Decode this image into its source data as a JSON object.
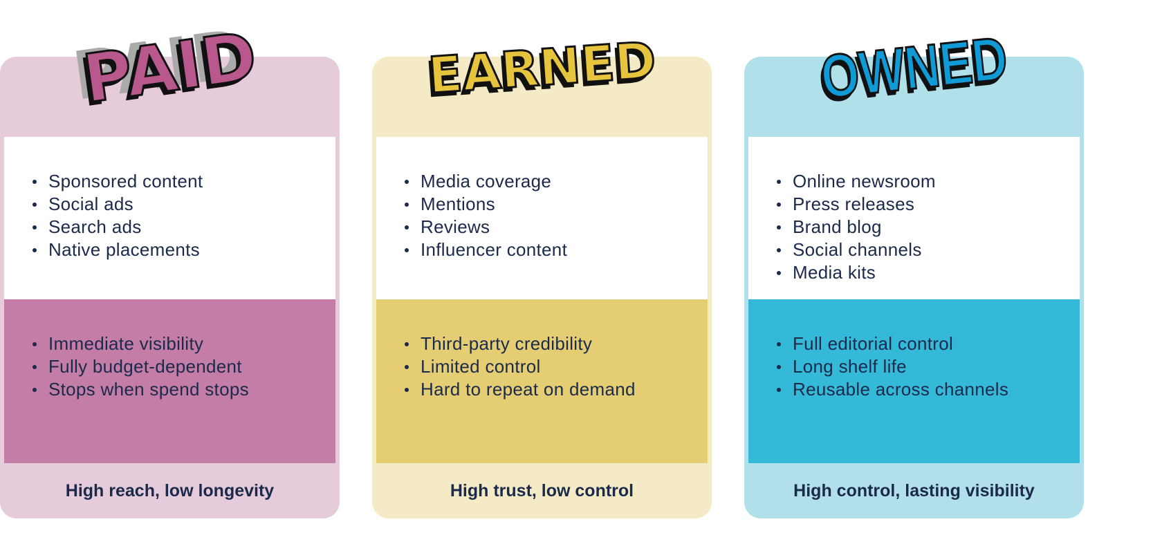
{
  "columns": [
    {
      "title": "PAID",
      "colors": {
        "card": "#e6cbdb",
        "lower": "#c47da7",
        "title_fill": "#b9588c"
      },
      "upper_items": [
        "Sponsored content",
        "Social ads",
        "Search ads",
        "Native placements"
      ],
      "lower_items": [
        "Immediate visibility",
        "Fully budget-dependent",
        "Stops when spend stops"
      ],
      "footer": "High reach, low longevity"
    },
    {
      "title": "EARNED",
      "colors": {
        "card": "#f4ebc6",
        "lower": "#e4cd72",
        "title_fill": "#e6c43d"
      },
      "upper_items": [
        "Media coverage",
        "Mentions",
        "Reviews",
        "Influencer content"
      ],
      "lower_items": [
        "Third-party credibility",
        "Limited control",
        "Hard to repeat on demand"
      ],
      "footer": "High trust, low control"
    },
    {
      "title": "OWNED",
      "colors": {
        "card": "#b1e0ea",
        "lower": "#35b9d8",
        "title_fill": "#109bd6"
      },
      "upper_items": [
        "Online newsroom",
        "Press releases",
        "Brand blog",
        "Social channels",
        "Media kits"
      ],
      "lower_items": [
        "Full editorial control",
        "Long shelf life",
        "Reusable across channels"
      ],
      "footer": "High control, lasting visibility"
    }
  ]
}
